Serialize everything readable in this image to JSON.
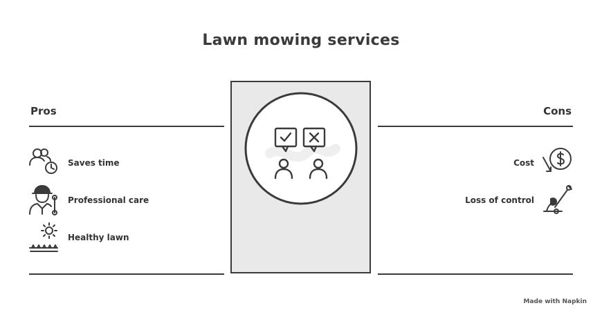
{
  "title": "Lawn mowing services",
  "pros": {
    "heading": "Pros",
    "items": [
      {
        "label": "Saves time",
        "icon": "user-clock-icon"
      },
      {
        "label": "Professional care",
        "icon": "worker-wrench-icon"
      },
      {
        "label": "Healthy lawn",
        "icon": "sun-grass-icon"
      }
    ]
  },
  "cons": {
    "heading": "Cons",
    "items": [
      {
        "label": "Cost",
        "icon": "dollar-down-icon"
      },
      {
        "label": "Loss of control",
        "icon": "hand-mower-icon"
      }
    ]
  },
  "center": {
    "icon": "two-people-check-cross-icon"
  },
  "footer": "Made with  Napkin",
  "colors": {
    "stroke": "#3a3a3a",
    "panel": "#e9e9e9"
  }
}
